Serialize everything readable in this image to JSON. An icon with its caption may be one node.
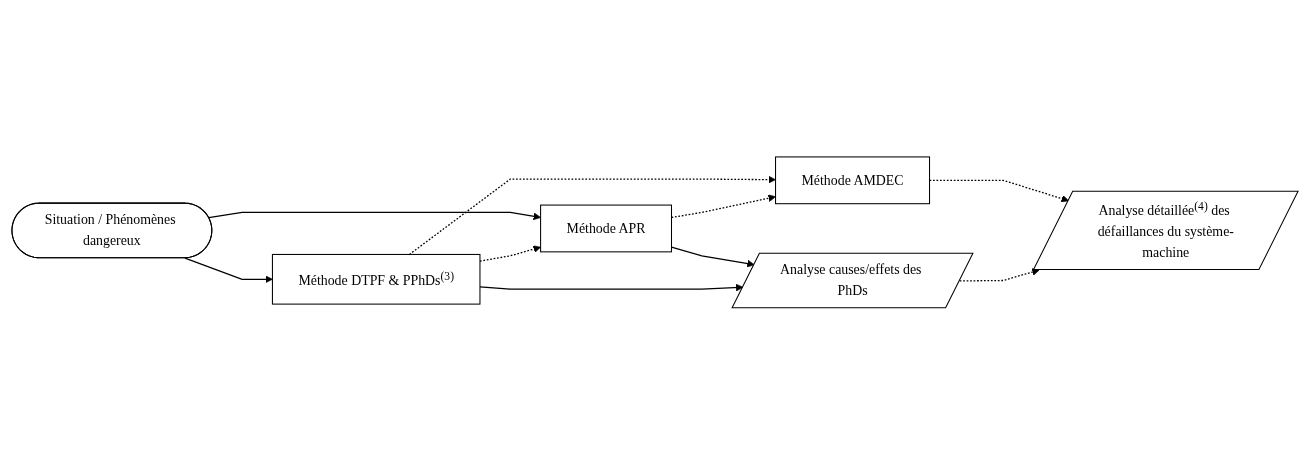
{
  "diagram": {
    "nodes": [
      {
        "text": [
          "Situation / Phénomènes dangereux"
        ]
      },
      {
        "text": [
          "Méthode APR"
        ]
      },
      {
        "text": [
          "Méthode DTPF & PPhDs$^{(3)}$"
        ]
      },
      {
        "text": [
          "Méthode AMDEC"
        ]
      },
      {
        "text": [
          "Analyse causes/effets des PhDs"
        ]
      },
      {
        "text": [
          "Analyse détaillée$^{(4)}$ des défaillances du système-machine"
        ]
      }
    ],
    "edges": [
      {
        "from": 0,
        "to": 1,
        "arrow": "to"
      },
      {
        "from": 0,
        "to": 2,
        "arrow": "to"
      },
      {
        "from": 2,
        "to": 1,
        "arrow": "to",
        "style": "dashed"
      },
      {
        "from": 1,
        "to": 4,
        "arrow": "to"
      },
      {
        "from": 2,
        "to": 4,
        "arrow": "to"
      },
      {
        "from": 2,
        "to": 3,
        "arrow": "to",
        "style": "dashed"
      },
      {
        "from": 1,
        "to": 3,
        "arrow": "to",
        "style": "dashed"
      },
      {
        "from": 3,
        "to": 5,
        "arrow": "to",
        "style": "dashed"
      },
      {
        "from": 4,
        "to": 5,
        "arrow": "to",
        "style": "dashed"
      }
    ]
  }
}
